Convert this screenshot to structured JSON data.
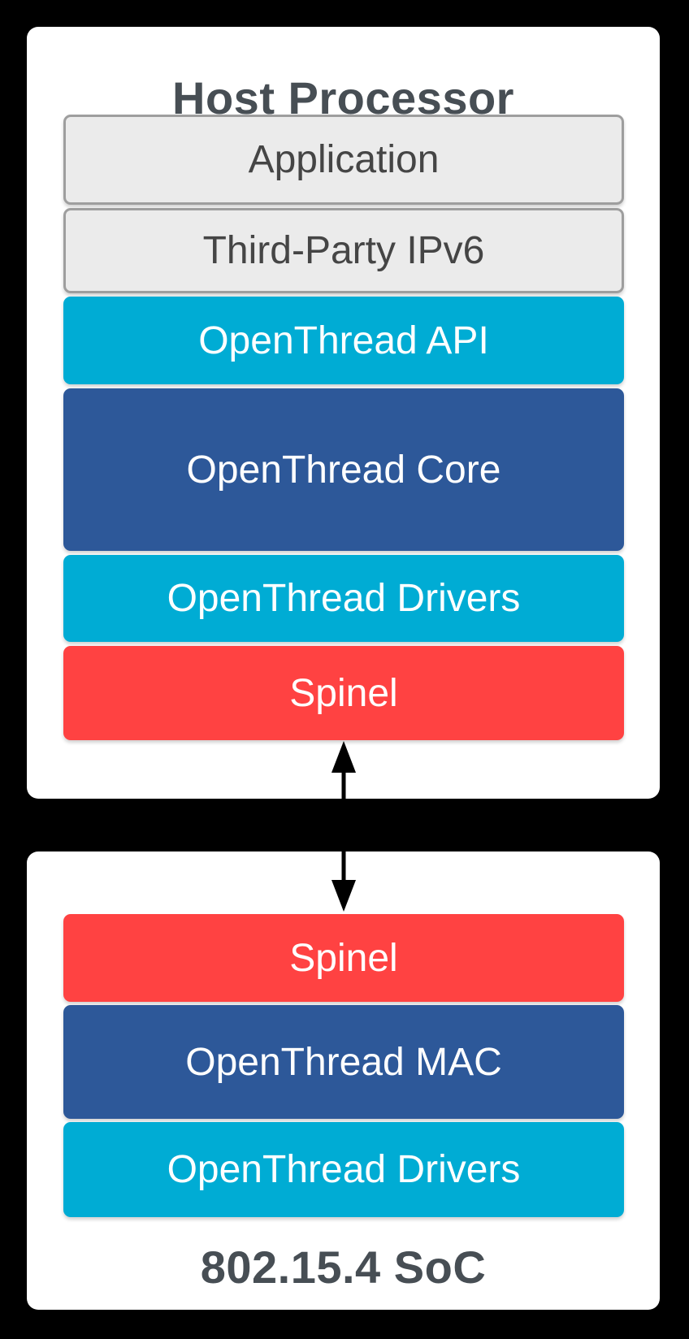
{
  "host": {
    "title": "Host Processor",
    "layers": [
      {
        "label": "Application",
        "type": "gray"
      },
      {
        "label": "Third-Party IPv6",
        "type": "gray"
      },
      {
        "label": "OpenThread API",
        "type": "cyan"
      },
      {
        "label": "OpenThread Core",
        "type": "blue"
      },
      {
        "label": "OpenThread Drivers",
        "type": "cyan"
      },
      {
        "label": "Spinel",
        "type": "red"
      }
    ]
  },
  "soc": {
    "title": "802.15.4 SoC",
    "layers": [
      {
        "label": "Spinel",
        "type": "red"
      },
      {
        "label": "OpenThread MAC",
        "type": "blue"
      },
      {
        "label": "OpenThread Drivers",
        "type": "cyan"
      }
    ]
  },
  "connector": {
    "type": "double-headed-vertical-arrow",
    "from": "host Spinel",
    "to": "soc Spinel",
    "color": "#000000"
  },
  "colors": {
    "background": "#000000",
    "panel": "#ffffff",
    "gray_fill": "#ebebeb",
    "gray_border": "#9e9e9e",
    "cyan": "#00acd4",
    "blue": "#2d5899",
    "red": "#ff4242",
    "title_text": "#474e54",
    "gray_label_text": "#454545",
    "colored_label_text": "#ffffff"
  }
}
